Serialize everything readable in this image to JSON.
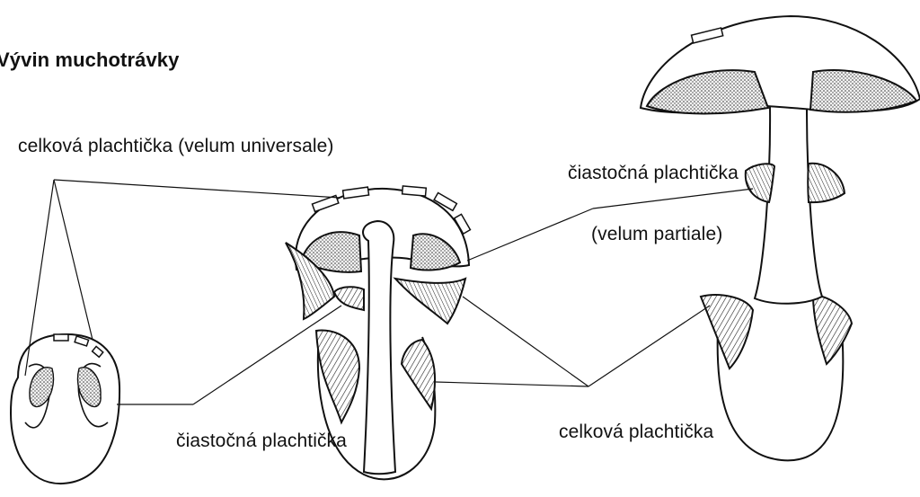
{
  "title": "Vývin muchotrávky",
  "labels": {
    "velum_universale_top": "celková plachtička (velum universale)",
    "ciastocna_right": "čiastočná plachtička",
    "velum_partiale": "(velum partiale)",
    "ciastocna_bottom": "čiastočná plachtička",
    "celkova_bottom": "celková plachtička"
  },
  "colors": {
    "ink": "#111111",
    "paper": "#ffffff",
    "stipple": "#555555"
  }
}
